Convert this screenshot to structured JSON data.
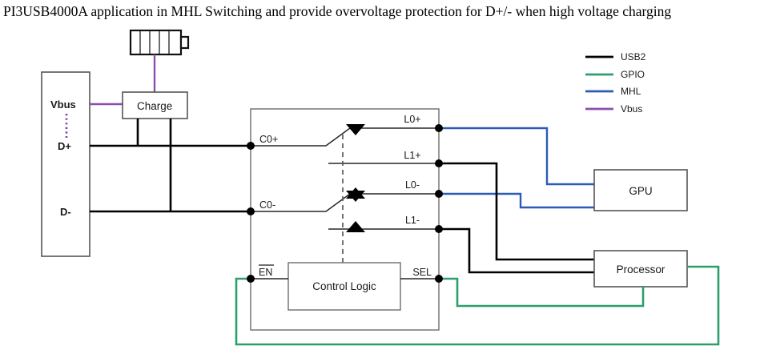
{
  "title": "PI3USB4000A application in MHL Switching and provide overvoltage protection for D+/- when high voltage charging",
  "legend": {
    "items": [
      {
        "label": "USB2",
        "color": "#000000"
      },
      {
        "label": "GPIO",
        "color": "#2e9e6b"
      },
      {
        "label": "MHL",
        "color": "#2b5bb5"
      },
      {
        "label": "Vbus",
        "color": "#8a4fae"
      }
    ]
  },
  "connector": {
    "pins": [
      {
        "label": "Vbus",
        "signal": "Vbus"
      },
      {
        "label": "D+",
        "signal": "USB2"
      },
      {
        "label": "D-",
        "signal": "USB2"
      }
    ]
  },
  "blocks": {
    "charge": "Charge",
    "control_logic": "Control Logic",
    "gpu": "GPU",
    "processor": "Processor",
    "battery": "battery-icon"
  },
  "ic": {
    "name": "PI3USB4000A",
    "left_pins": [
      {
        "label": "C0+"
      },
      {
        "label": "C0-"
      }
    ],
    "right_pins": [
      {
        "label": "L0+",
        "signal": "MHL"
      },
      {
        "label": "L1+",
        "signal": "USB2"
      },
      {
        "label": "L0-",
        "signal": "MHL"
      },
      {
        "label": "L1-",
        "signal": "USB2"
      }
    ],
    "control_pins": [
      {
        "label": "EN",
        "overbar": true,
        "signal": "GPIO"
      },
      {
        "label": "SEL",
        "overbar": false,
        "signal": "GPIO"
      }
    ]
  }
}
